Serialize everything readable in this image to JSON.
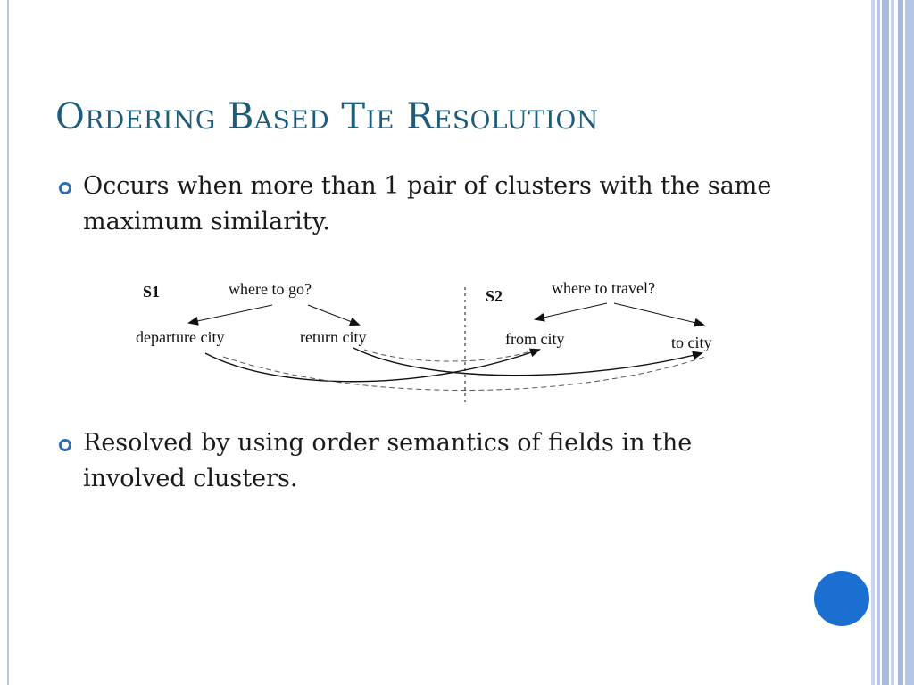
{
  "slide": {
    "title": "Ordering Based Tie Resolution",
    "bullets": [
      "Occurs when more than 1 pair of clusters with the same maximum similarity.",
      "Resolved by using order semantics of fields in the involved clusters."
    ]
  },
  "diagram": {
    "s1": {
      "label": "S1",
      "question": "where to go?",
      "fields": [
        "departure city",
        "return city"
      ]
    },
    "s2": {
      "label": "S2",
      "question": "where to travel?",
      "fields": [
        "from city",
        "to city"
      ]
    }
  },
  "colors": {
    "title": "#1e5c7a",
    "bullet": "#2a6fb8",
    "stripe": "#b8c8e4",
    "circle": "#1a6fd0"
  },
  "icons": {
    "bullet": "hollow-circle-bullet-icon",
    "nav": "filled-circle-icon"
  }
}
